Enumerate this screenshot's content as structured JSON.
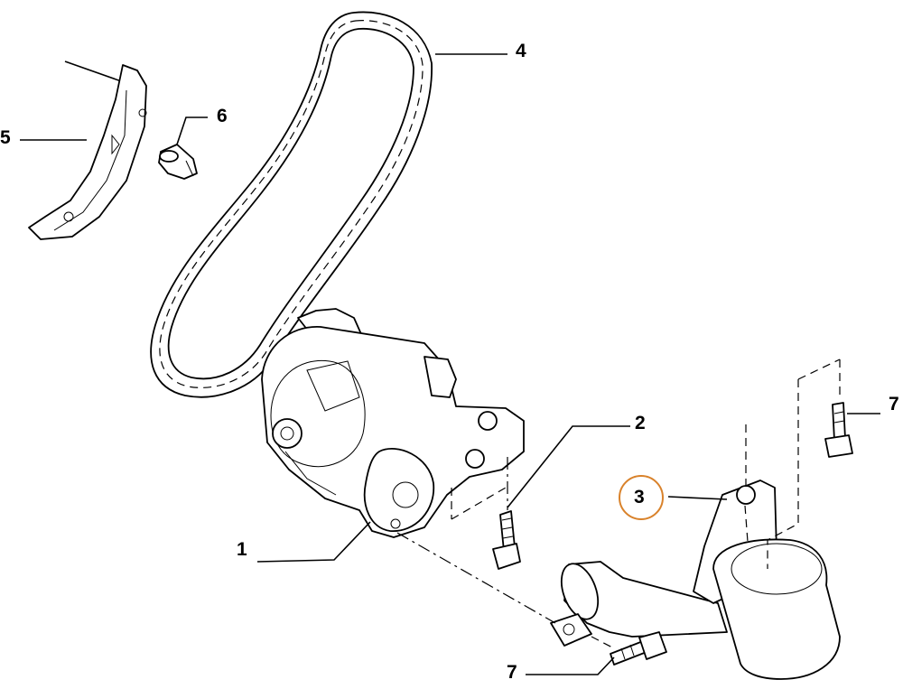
{
  "callouts": [
    {
      "number": "1"
    },
    {
      "number": "2"
    },
    {
      "number": "3"
    },
    {
      "number": "4"
    },
    {
      "number": "5"
    },
    {
      "number": "6"
    },
    {
      "number": "7"
    },
    {
      "number": "7"
    }
  ],
  "highlight": {
    "callout_index": 2,
    "color": "#d9822b"
  },
  "icons": [
    "oil-pump",
    "bolt",
    "oil-pickup-strainer",
    "timing-chain",
    "chain-tensioner-guide",
    "tensioner-plunger",
    "bolt",
    "bolt"
  ]
}
